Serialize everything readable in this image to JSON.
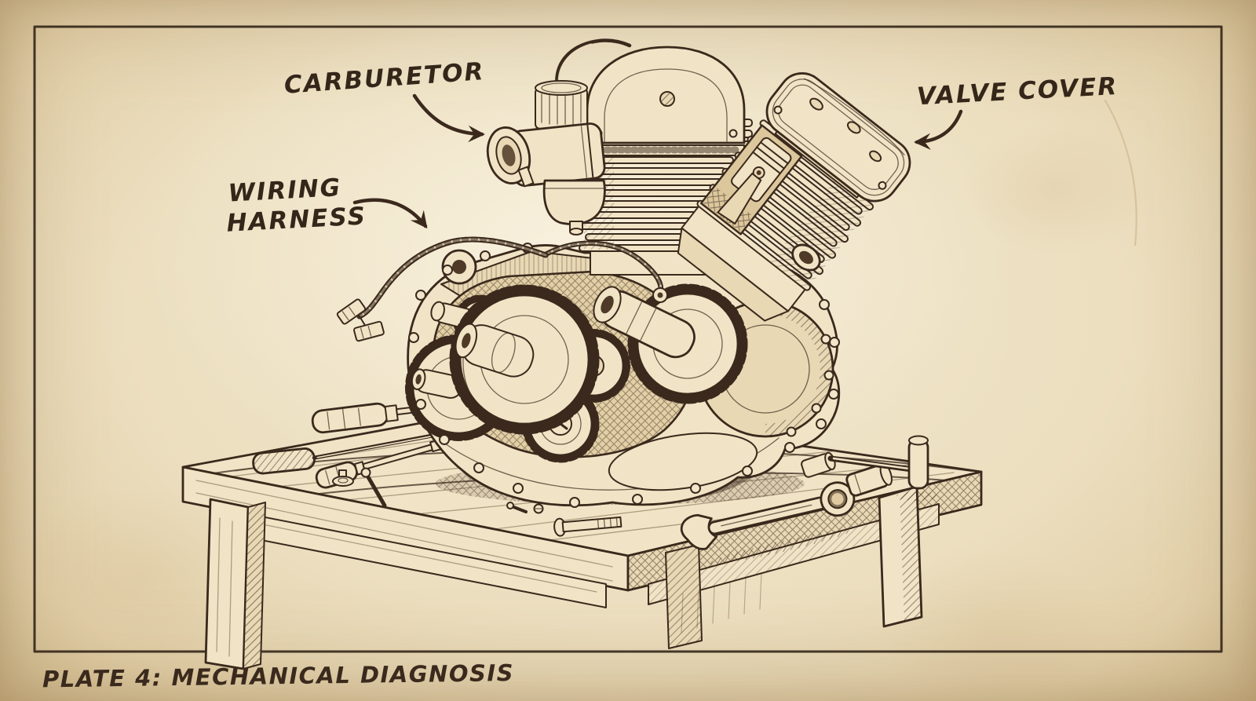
{
  "plate": {
    "labels": {
      "carburetor": "CARBURETOR",
      "valve_cover": "VALVE COVER",
      "wiring_harness_line1": "WIRING",
      "wiring_harness_line2": "HARNESS"
    },
    "caption": "PLATE 4: MECHANICAL DIAGNOSIS",
    "colors": {
      "paper": "#efe3c9",
      "ink": "#3a291c"
    }
  }
}
